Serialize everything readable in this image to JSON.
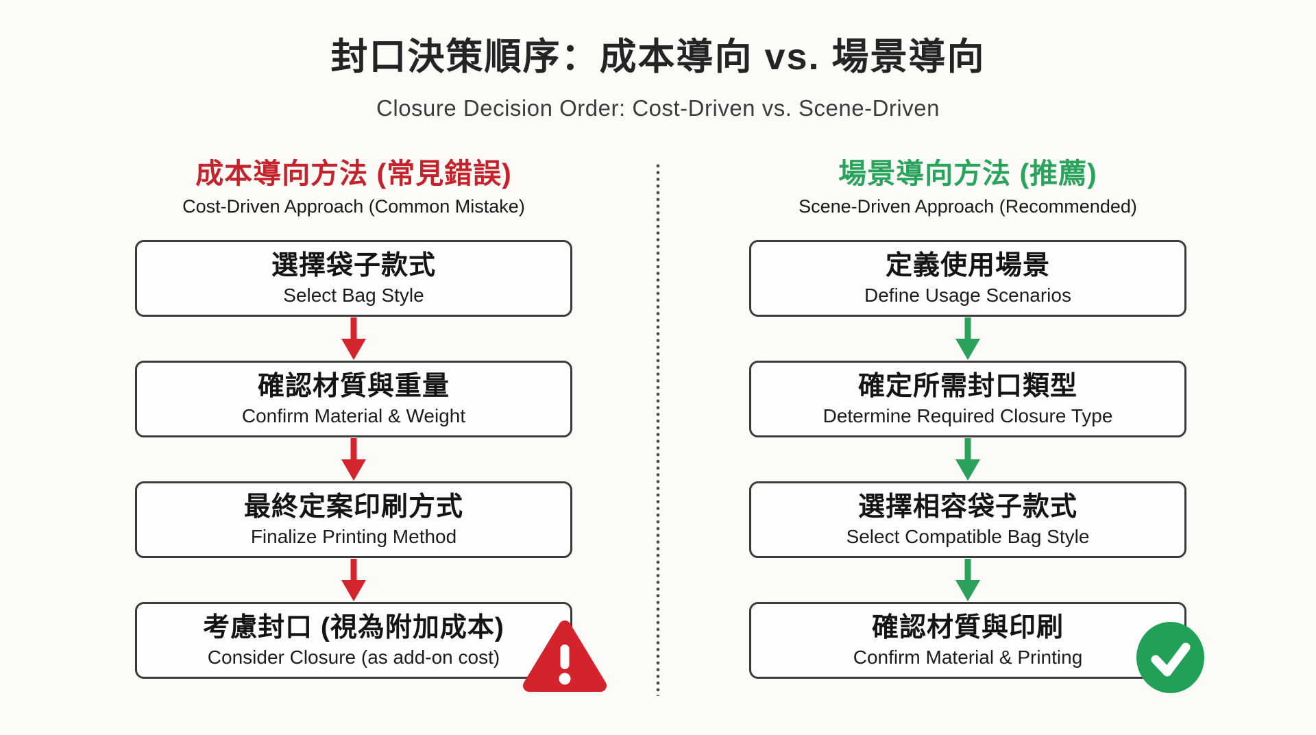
{
  "header": {
    "title_zh": "封口決策順序：成本導向 vs. 場景導向",
    "subtitle_en": "Closure Decision Order: Cost-Driven vs. Scene-Driven"
  },
  "colors": {
    "background": "#fcfbf8",
    "box_border": "#3b3b3b",
    "red_accent": "#c5232b",
    "red_arrow": "#d4242d",
    "warning_red": "#d5232e",
    "green_accent": "#2aa35c",
    "green_arrow": "#2aa25c",
    "check_green": "#21a058",
    "text_dark": "#1c1c1c"
  },
  "columns": [
    {
      "id": "cost-driven",
      "header_zh": "成本導向方法 (常見錯誤)",
      "header_en": "Cost-Driven Approach (Common Mistake)",
      "accent": "#c5232b",
      "badge_icon": "warning-triangle-icon",
      "steps": [
        {
          "zh": "選擇袋子款式",
          "en": "Select Bag Style"
        },
        {
          "zh": "確認材質與重量",
          "en": "Confirm Material & Weight"
        },
        {
          "zh": "最終定案印刷方式",
          "en": "Finalize Printing Method"
        },
        {
          "zh": "考慮封口 (視為附加成本)",
          "en": "Consider Closure (as add-on cost)"
        }
      ]
    },
    {
      "id": "scene-driven",
      "header_zh": "場景導向方法 (推薦)",
      "header_en": "Scene-Driven Approach (Recommended)",
      "accent": "#2aa35c",
      "badge_icon": "check-circle-icon",
      "steps": [
        {
          "zh": "定義使用場景",
          "en": "Define Usage Scenarios"
        },
        {
          "zh": "確定所需封口類型",
          "en": "Determine Required Closure Type"
        },
        {
          "zh": "選擇相容袋子款式",
          "en": "Select Compatible Bag Style"
        },
        {
          "zh": "確認材質與印刷",
          "en": "Confirm Material & Printing"
        }
      ]
    }
  ]
}
